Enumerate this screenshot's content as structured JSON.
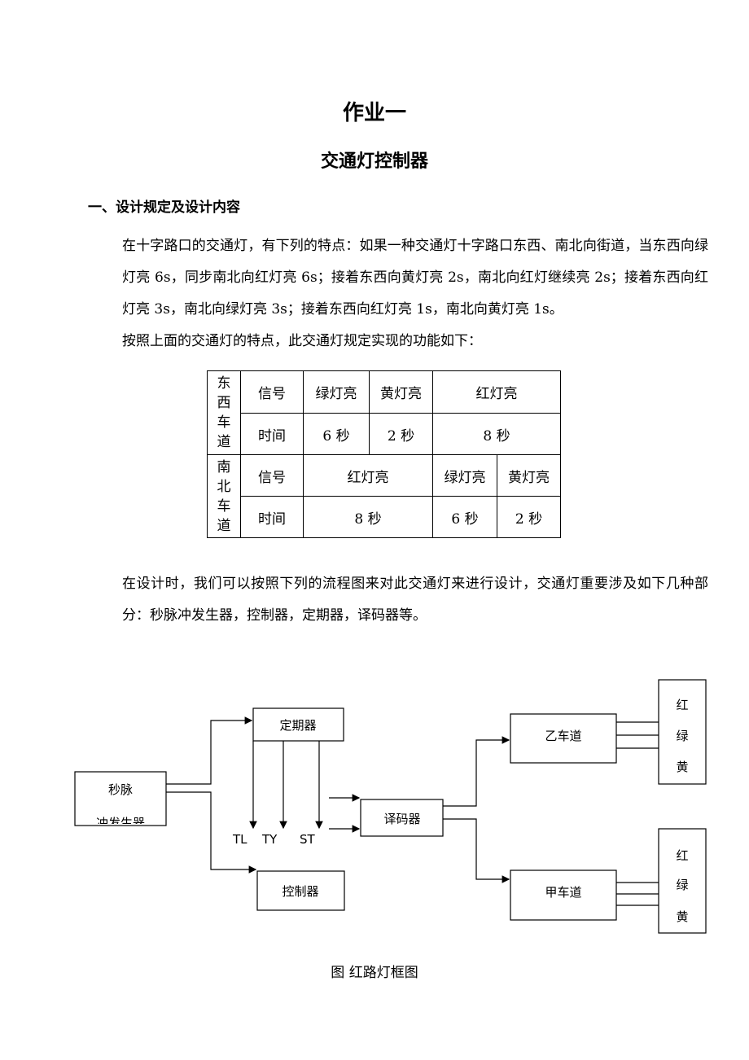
{
  "title": "作业一",
  "subtitle": "交通灯控制器",
  "section1_heading": "一、设计规定及设计内容",
  "para1": "在十字路口的交通灯，有下列的特点：如果一种交通灯十字路口东西、南北向街道，当东西向绿灯亮 6s，同步南北向红灯亮 6s；接着东西向黄灯亮 2s，南北向红灯继续亮 2s；接着东西向红灯亮 3s，南北向绿灯亮 3s；接着东西向红灯亮 1s，南北向黄灯亮 1s。",
  "para2": "按照上面的交通灯的特点，此交通灯规定实现的功能如下：",
  "table": {
    "ew_label": [
      "东",
      "西",
      "车",
      "道"
    ],
    "ns_label": [
      "南",
      "北",
      "车",
      "道"
    ],
    "signal": "信号",
    "time": "时间",
    "ew_signals": [
      "绿灯亮",
      "黄灯亮",
      "红灯亮"
    ],
    "ew_times": [
      "6 秒",
      "2 秒",
      "8 秒"
    ],
    "ns_signals": [
      "红灯亮",
      "绿灯亮",
      "黄灯亮"
    ],
    "ns_times": [
      "8 秒",
      "6 秒",
      "2 秒"
    ]
  },
  "para3": "在设计时，我们可以按照下列的流程图来对此交通灯来进行设计，交通灯重要涉及如下几种部分：秒脉冲发生器，控制器，定期器，译码器等。",
  "diagram": {
    "pulse": "秒脉",
    "pulse_cut": "冲发生器",
    "timer": "定期器",
    "controller": "控制器",
    "decoder": "译码器",
    "lane_b": "乙车道",
    "lane_a": "甲车道",
    "tl": "TL",
    "ty": "TY",
    "st": "ST",
    "lights": [
      "红",
      "绿",
      "黄"
    ]
  },
  "caption": "图  红路灯框图"
}
